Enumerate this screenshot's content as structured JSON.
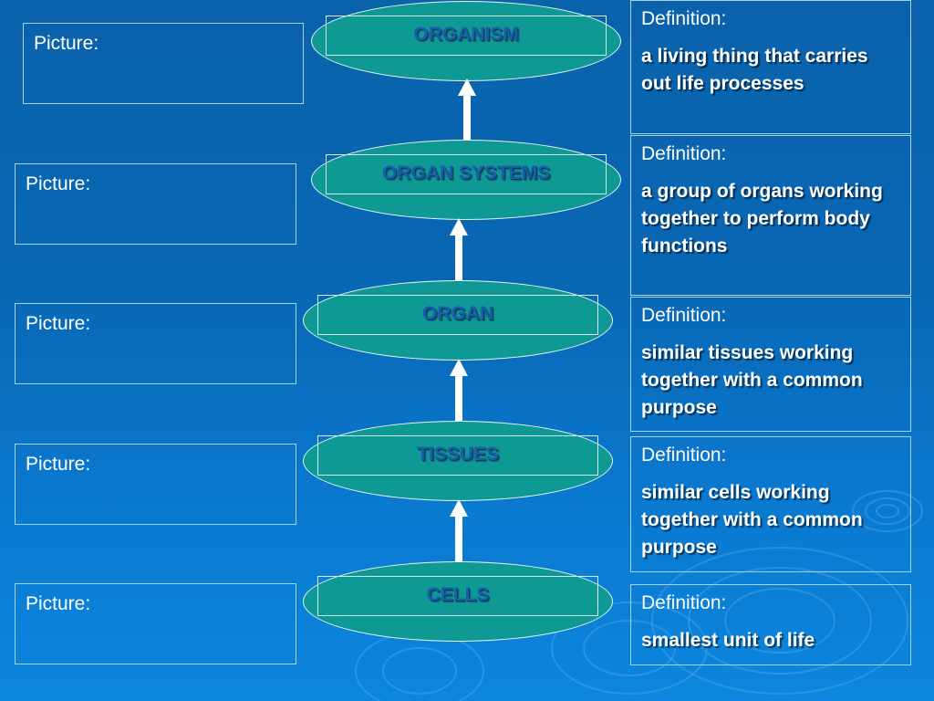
{
  "slide": {
    "background_color": "#0867b4",
    "node_fill_color": "#0e9994",
    "node_text_color": "#1a5ea8"
  },
  "levels": [
    {
      "name": "ORGANISM",
      "picture_label": "Picture:",
      "definition_label": "Definition:",
      "definition": "a living thing that carries out life processes"
    },
    {
      "name": "ORGAN SYSTEMS",
      "picture_label": "Picture:",
      "definition_label": "Definition:",
      "definition": "a group of organs working together to perform body functions"
    },
    {
      "name": "ORGAN",
      "picture_label": "Picture:",
      "definition_label": "Definition:",
      "definition": "similar tissues working together with a common purpose"
    },
    {
      "name": "TISSUES",
      "picture_label": "Picture:",
      "definition_label": "Definition:",
      "definition": "similar cells working together with a common purpose"
    },
    {
      "name": "CELLS",
      "picture_label": "Picture:",
      "definition_label": "Definition:",
      "definition": "smallest unit of life"
    }
  ],
  "arrows": [
    {
      "from": "ORGAN SYSTEMS",
      "to": "ORGANISM"
    },
    {
      "from": "ORGAN",
      "to": "ORGAN SYSTEMS"
    },
    {
      "from": "TISSUES",
      "to": "ORGAN"
    },
    {
      "from": "CELLS",
      "to": "TISSUES"
    }
  ]
}
